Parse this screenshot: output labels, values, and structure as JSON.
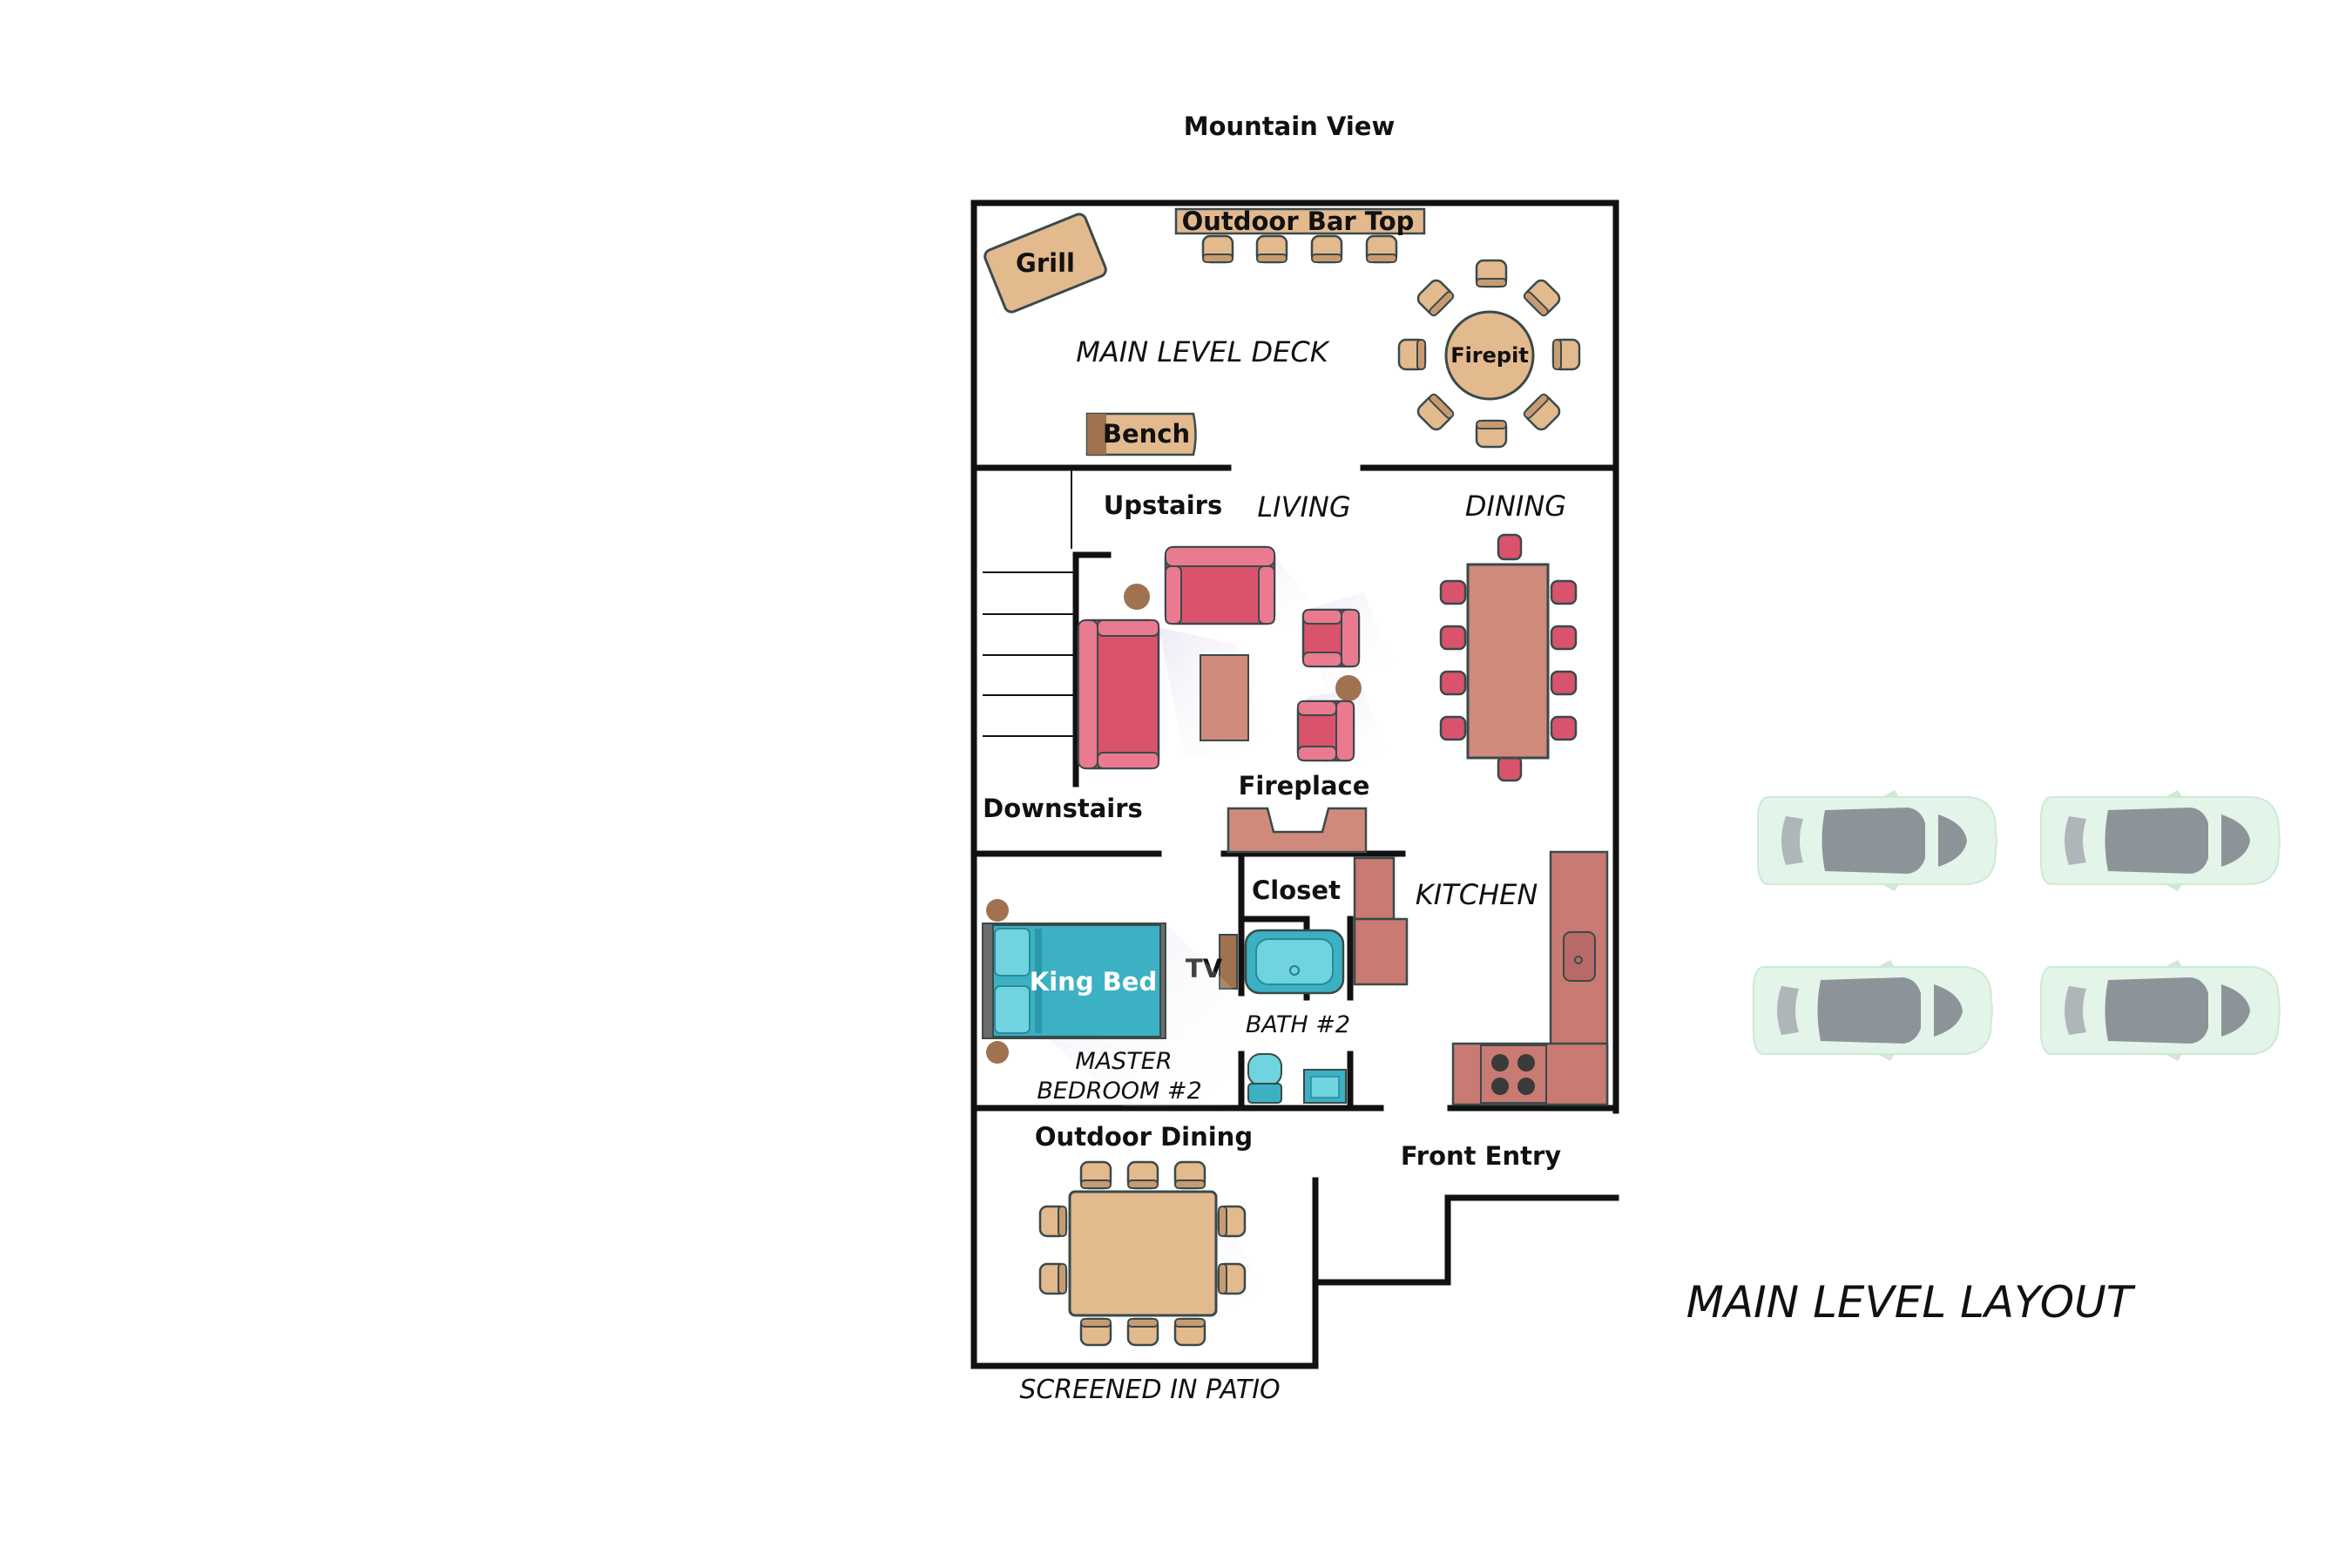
{
  "labels": {
    "mountain_view": "Mountain View",
    "outdoor_bar_top": "Outdoor Bar Top",
    "grill": "Grill",
    "main_level_deck": "MAIN LEVEL DECK",
    "firepit": "Firepit",
    "bench": "Bench",
    "upstairs": "Upstairs",
    "living": "LIVING",
    "dining": "DINING",
    "downstairs": "Downstairs",
    "fireplace": "Fireplace",
    "closet": "Closet",
    "kitchen": "KITCHEN",
    "tv": "TV",
    "king_bed": "King Bed",
    "bath": "BATH #2",
    "master_line1": "MASTER",
    "master_line2": "BEDROOM #2",
    "outdoor_dining": "Outdoor Dining",
    "front_entry": "Front Entry",
    "screened_patio": "SCREENED IN PATIO",
    "layout_title": "MAIN LEVEL LAYOUT"
  },
  "colors": {
    "wall": "#111111",
    "wood": "#e3b98e",
    "wood_edge": "#3a4a4a",
    "sofa": "#d9536d",
    "sofa_light": "#e97a90",
    "table_dining": "#cf8a7c",
    "counter": "#c97a72",
    "bed": "#3cb1c3",
    "bed_light": "#6fd3e0",
    "car_body": "#e3f4e8",
    "car_glass": "#8c9499"
  }
}
